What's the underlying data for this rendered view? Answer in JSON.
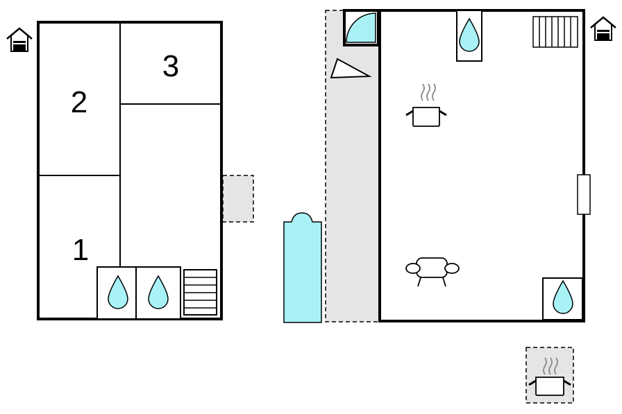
{
  "floor_left": {
    "rooms": [
      {
        "label": "1"
      },
      {
        "label": "2"
      },
      {
        "label": "3"
      }
    ],
    "icons": [
      "house-icon",
      "water-drop-icon",
      "water-drop-icon",
      "stairs-icon"
    ]
  },
  "floor_right": {
    "icons": [
      "house-icon",
      "water-drop-icon",
      "water-drop-icon",
      "stairs-icon",
      "cooking-pot-icon",
      "sofa-icon",
      "door-swing-icon"
    ]
  },
  "outdoor": {
    "icons": [
      "pool-icon",
      "terrace-icon",
      "outdoor-kitchen-icon"
    ]
  },
  "colors": {
    "wall": "#000000",
    "water": "#a8f2f5",
    "terrace": "#e5e5e5",
    "pool": "#a8f2f5"
  }
}
